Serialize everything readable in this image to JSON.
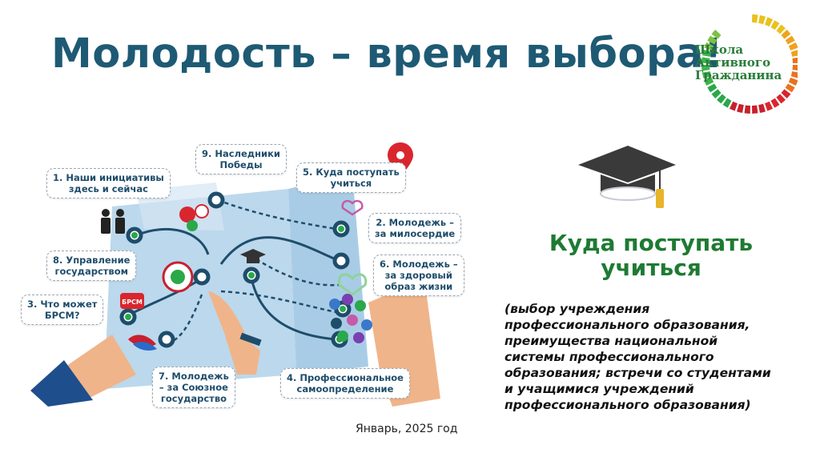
{
  "slide": {
    "title": "Молодость – время выбора!",
    "logo": {
      "line1": "Школа",
      "line2": "Активного",
      "line3": "Гражданина"
    },
    "map_labels": {
      "l1": [
        "1. Наши инициативы",
        "здесь и сейчас"
      ],
      "l9": [
        "9. Наследники",
        "Победы"
      ],
      "l5": [
        "5. Куда поступать",
        "учиться"
      ],
      "l2": [
        "2. Молодежь –",
        "за милосердие"
      ],
      "l8": [
        "8. Управление",
        "государством"
      ],
      "l6": [
        "6. Молодежь –",
        "за здоровый",
        "образ жизни"
      ],
      "l3": [
        "3. Что может",
        "БРСМ?"
      ],
      "l7": [
        "7. Молодежь",
        "– за Союзное",
        "государство"
      ],
      "l4": [
        "4. Профессиональное",
        "самоопределение"
      ],
      "brsm_badge": "БРСМ"
    },
    "subheading": [
      "Куда поступать",
      "учиться"
    ],
    "description": [
      "(выбор учреждения",
      "профессионального образования,",
      "преимущества национальной",
      "системы профессионального",
      "образования; встречи со студентами",
      "и учащимися учреждений",
      "профессионального образования)"
    ],
    "date": "Январь, 2025 год"
  },
  "colors": {
    "title": "#1e5a74",
    "green": "#1e7a33",
    "map_blue": "#bcd8ec"
  },
  "icons": [
    "graduation-cap-icon",
    "location-pin-icon",
    "people-icon",
    "heart-icon",
    "logo-ring-icon"
  ]
}
